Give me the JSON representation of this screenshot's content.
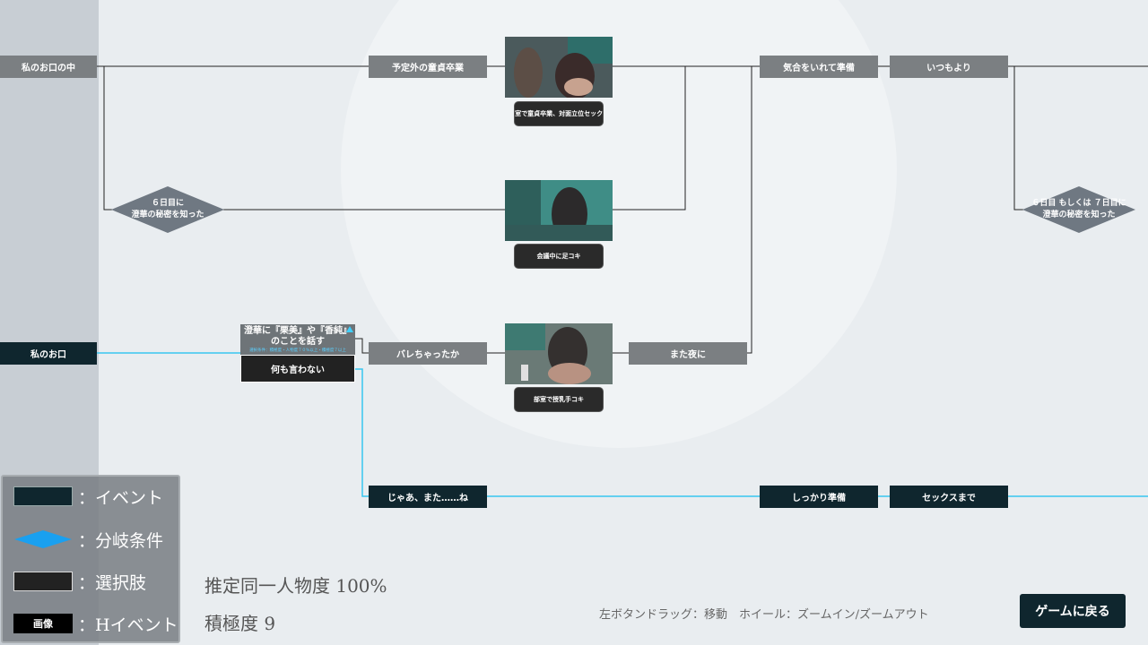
{
  "events": {
    "start_top": "私のお口の中",
    "unplanned": "予定外の童貞卒業",
    "fired_up": "気合をいれて準備",
    "as_usual": "いつもより",
    "start_mid": "私のお口",
    "got_caught": "バレちゃったか",
    "tonight_again": "また夜に",
    "see_you": "じゃあ、また……ね",
    "prepared": "しっかり準備",
    "until_sex": "セックスまで"
  },
  "conditions": {
    "day6": "６日目に\n澄華の秘密を知った",
    "day6_or_7": "６日目 もしくは ７日目に\n澄華の秘密を知った"
  },
  "choices": {
    "talk_title": "澄華に『栗美』や『香純』\nのことを話す",
    "talk_condition": "選択条件：積極度・人物度７０%以上・積極度７以上",
    "say_nothing": "何も言わない"
  },
  "h_events": {
    "first": "部室で童貞卒業、対面立位セックス",
    "second": "会議中に足コキ",
    "third": "部室で授乳手コキ"
  },
  "legend": {
    "event": "：イベント",
    "branch": "：分岐条件",
    "choice": "：選択肢",
    "h_event_swatch": "画像",
    "h_event": "：Hイベント"
  },
  "stats": {
    "identity": "推定同一人物度 100%",
    "proactive": "積極度 9"
  },
  "hint": "左ボタンドラッグ：移動　ホイール：ズームイン/ズームアウト",
  "back_button": "ゲームに戻る",
  "colors": {
    "event_gray": "#7b7f82",
    "event_active": "#0f262e",
    "choice": "#222222",
    "branch": "#6f7882",
    "path_active": "#38c6f0",
    "legend_branch": "#1aa0f0"
  }
}
